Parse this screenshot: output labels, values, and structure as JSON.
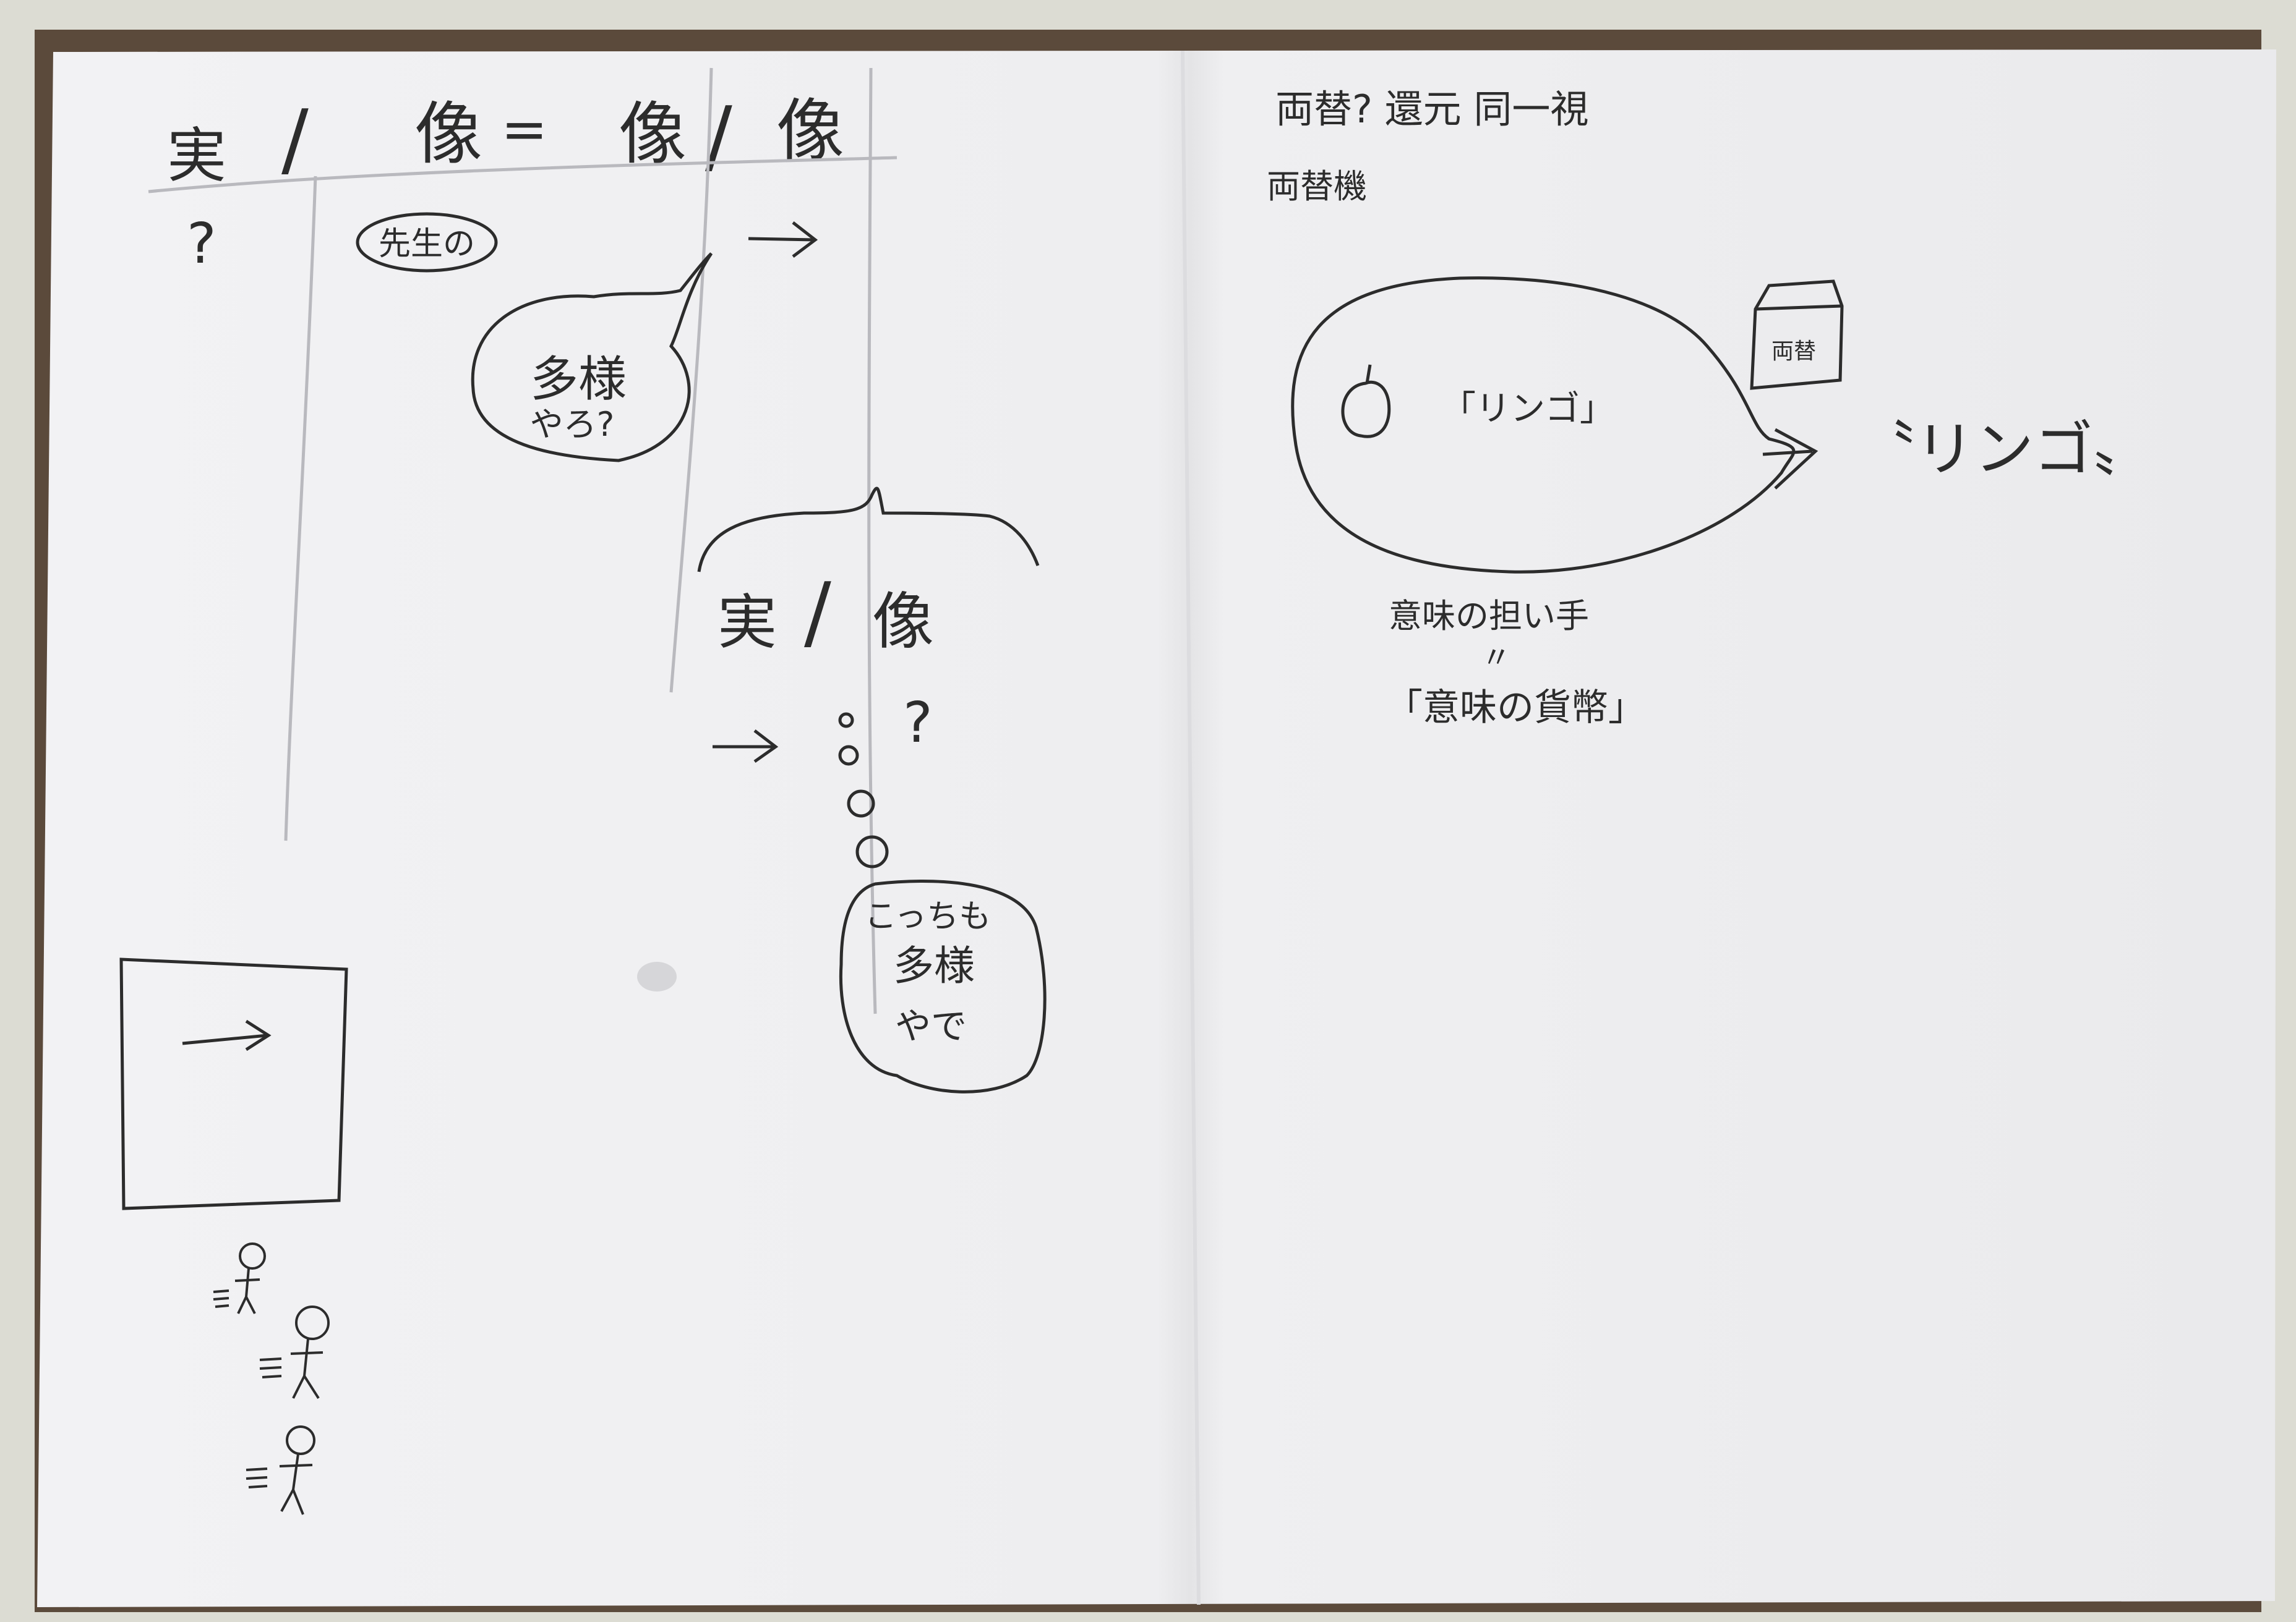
{
  "left_page": {
    "heading": {
      "left": "実",
      "slash1": "/",
      "middle": "像",
      "equals": "=",
      "right": "像",
      "slash2": "/",
      "right2": "像"
    },
    "question_mark": "?",
    "sensei_label": "先生の",
    "speech_bubble": {
      "line1": "多様",
      "line2": "やろ?"
    },
    "sub_heading": {
      "left": "実",
      "slash": "/",
      "right": "像"
    },
    "second_question_mark": "?",
    "thought_bubble": {
      "line1": "こっちも",
      "line2": "多様",
      "line3": "やで"
    }
  },
  "right_page": {
    "line1": "両替? 還元 同一視",
    "line2": "両替機",
    "apple_quote": "「リンゴ」",
    "shop_sign": "両替",
    "outer_word": "〝リンゴ〟",
    "caption1": "意味の担い手",
    "ditto": "〃",
    "caption2": "「意味の貨幣」"
  },
  "colors": {
    "background": "#dcdcd3",
    "paper": "#f1f1f2",
    "paper_shadow": "#e2e2e4",
    "pencil": "#2c2c2c",
    "faint_line": "#b9b9be"
  }
}
